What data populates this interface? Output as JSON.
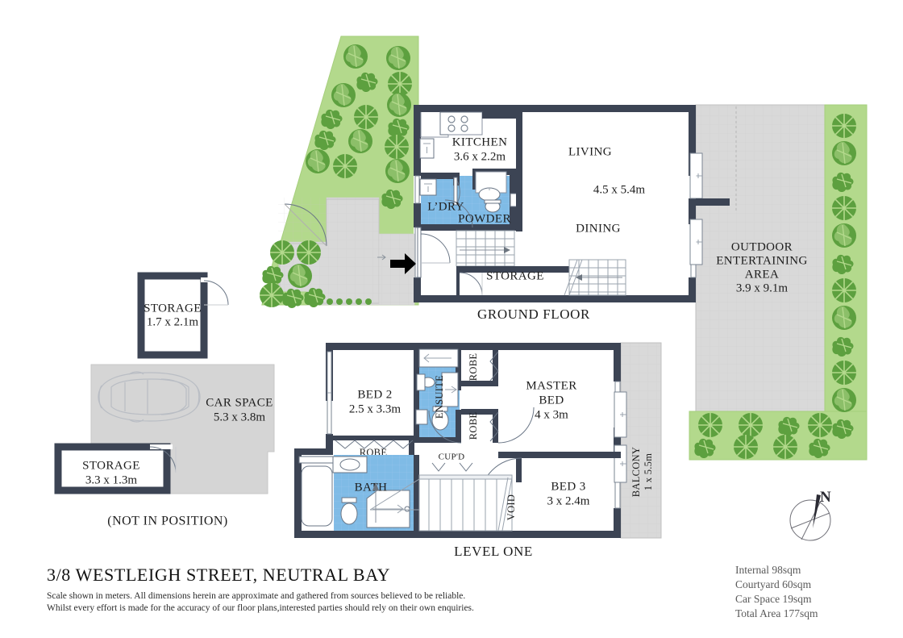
{
  "title": {
    "address": "3/8 WESTLEIGH STREET, NEUTRAL BAY",
    "disclaimer_line1": "Scale shown in meters. All dimensions herein are approximate and gathered from sources believed to be  reliable.",
    "disclaimer_line2": "Whilst every effort is made for the accuracy of our floor plans,interested parties should rely on their own enquiries."
  },
  "areas": {
    "internal": "Internal 98sqm",
    "courtyard": "Courtyard 60sqm",
    "car_space": "Car Space 19sqm",
    "total": "Total Area 177sqm"
  },
  "floors": {
    "ground_label": "GROUND FLOOR",
    "level_one_label": "LEVEL ONE",
    "not_in_position": "(NOT IN POSITION)"
  },
  "ground": {
    "kitchen": {
      "name": "KITCHEN",
      "dim": "3.6 x 2.2m"
    },
    "living": {
      "name": "LIVING",
      "dim": "4.5 x 5.4m"
    },
    "dining": {
      "name": "DINING"
    },
    "laundry": {
      "name": "L’DRY"
    },
    "powder": {
      "name": "POWDER"
    },
    "storage": {
      "name": "STORAGE"
    },
    "outdoor": {
      "name_line1": "OUTDOOR",
      "name_line2": "ENTERTAINING",
      "name_line3": "AREA",
      "dim": "3.9 x 9.1m"
    }
  },
  "level_one": {
    "bed2": {
      "name": "BED 2",
      "dim": "2.5 x 3.3m"
    },
    "master": {
      "name_line1": "MASTER",
      "name_line2": "BED",
      "dim": "4 x 3m"
    },
    "bed3": {
      "name": "BED 3",
      "dim": "3 x 2.4m"
    },
    "bath": {
      "name": "BATH"
    },
    "ensuite": {
      "name": "ENSUITE"
    },
    "robe_bed2": {
      "name": "ROBE"
    },
    "robe_master_top": {
      "name": "ROBE"
    },
    "robe_master_bottom": {
      "name": "ROBE"
    },
    "cupboard": {
      "name": "CUP'D"
    },
    "void": {
      "name": "VOID"
    },
    "balcony": {
      "name": "BALCONY",
      "dim": "1 x 5.5m"
    }
  },
  "external": {
    "storage_top": {
      "name": "STORAGE",
      "dim": "1.7 x 2.1m"
    },
    "storage_bottom": {
      "name": "STORAGE",
      "dim": "3.3 x 1.3m"
    },
    "car_space": {
      "name": "CAR SPACE",
      "dim": "5.3 x 3.8m"
    }
  },
  "compass": {
    "label": "N"
  },
  "colors": {
    "wall": "#3c4454",
    "wet_area": "#7fbbe6",
    "grass": "#b3d98c",
    "tree": "#5da03f",
    "paving": "#d9d9d9",
    "text": "#1c1c1c",
    "stat_text": "#5a5a5a"
  }
}
